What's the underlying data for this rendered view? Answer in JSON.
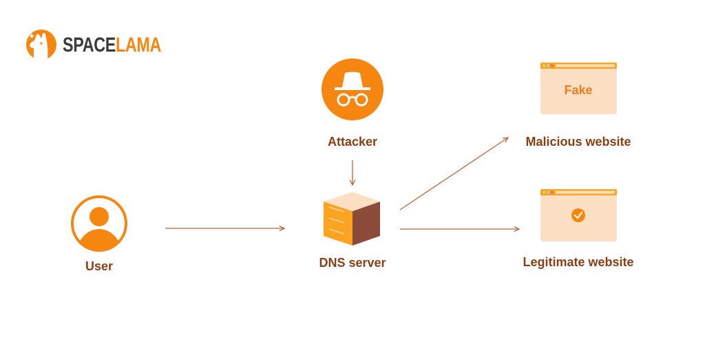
{
  "logo": {
    "part1": "SPACE",
    "part2": "LAMA",
    "icon": "llama-icon"
  },
  "nodes": {
    "user": {
      "label": "User",
      "icon": "user-icon"
    },
    "attacker": {
      "label": "Attacker",
      "icon": "incognito-icon"
    },
    "dns": {
      "label": "DNS server",
      "icon": "server-stack-icon"
    },
    "malicious": {
      "label": "Malicious website",
      "window_text": "Fake",
      "icon": "browser-window-icon"
    },
    "legitimate": {
      "label": "Legitimate website",
      "icon": "check-circle-icon"
    }
  },
  "edges": [
    {
      "from": "user",
      "to": "dns"
    },
    {
      "from": "attacker",
      "to": "dns"
    },
    {
      "from": "dns",
      "to": "malicious"
    },
    {
      "from": "dns",
      "to": "legitimate"
    }
  ],
  "colors": {
    "accent": "#f5860f",
    "text": "#8a3e16",
    "arrow": "#b5653f",
    "window_bg": "#fde0c4",
    "window_bar": "#fca31f"
  }
}
